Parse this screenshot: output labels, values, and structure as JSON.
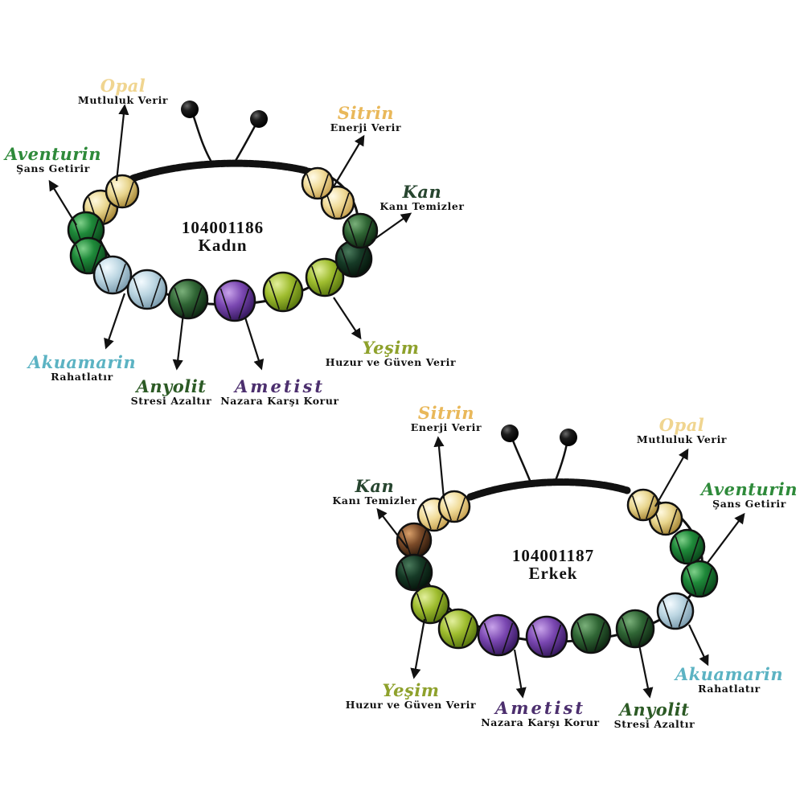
{
  "colors": {
    "opal": "#f0d590",
    "sitrin": "#e9b85a",
    "aventurin": "#2e8a3a",
    "kan": "#27452f",
    "akuamarin": "#5cb3c3",
    "anyolit": "#2c5a25",
    "ametist": "#4c2f6e",
    "yesim": "#8ea12c",
    "text": "#111111"
  },
  "bracelet_women": {
    "code": "104001186",
    "label": "Kadın",
    "stones": [
      {
        "key": "opal",
        "name": "Opal",
        "desc": "Mutluluk Verir"
      },
      {
        "key": "sitrin",
        "name": "Sitrin",
        "desc": "Enerji Verir"
      },
      {
        "key": "aventurin",
        "name": "Aventurin",
        "desc": "Şans Getirir"
      },
      {
        "key": "kan",
        "name": "Kan",
        "desc": "Kanı Temizler"
      },
      {
        "key": "akuamarin",
        "name": "Akuamarin",
        "desc": "Rahatlatır"
      },
      {
        "key": "anyolit",
        "name": "Anyolit",
        "desc": "Stresi Azaltır"
      },
      {
        "key": "ametist",
        "name": "Ametist",
        "desc": "Nazara Karşı Korur"
      },
      {
        "key": "yesim",
        "name": "Yeşim",
        "desc": "Huzur ve Güven Verir"
      }
    ]
  },
  "bracelet_men": {
    "code": "104001187",
    "label": "Erkek",
    "stones": [
      {
        "key": "sitrin",
        "name": "Sitrin",
        "desc": "Enerji Verir"
      },
      {
        "key": "opal",
        "name": "Opal",
        "desc": "Mutluluk Verir"
      },
      {
        "key": "kan",
        "name": "Kan",
        "desc": "Kanı Temizler"
      },
      {
        "key": "aventurin",
        "name": "Aventurin",
        "desc": "Şans Getirir"
      },
      {
        "key": "akuamarin",
        "name": "Akuamarin",
        "desc": "Rahatlatır"
      },
      {
        "key": "yesim",
        "name": "Yeşim",
        "desc": "Huzur ve Güven Verir"
      },
      {
        "key": "ametist",
        "name": "Ametist",
        "desc": "Nazara Karşı Korur"
      },
      {
        "key": "anyolit",
        "name": "Anyolit",
        "desc": "Stresi Azaltır"
      }
    ]
  }
}
